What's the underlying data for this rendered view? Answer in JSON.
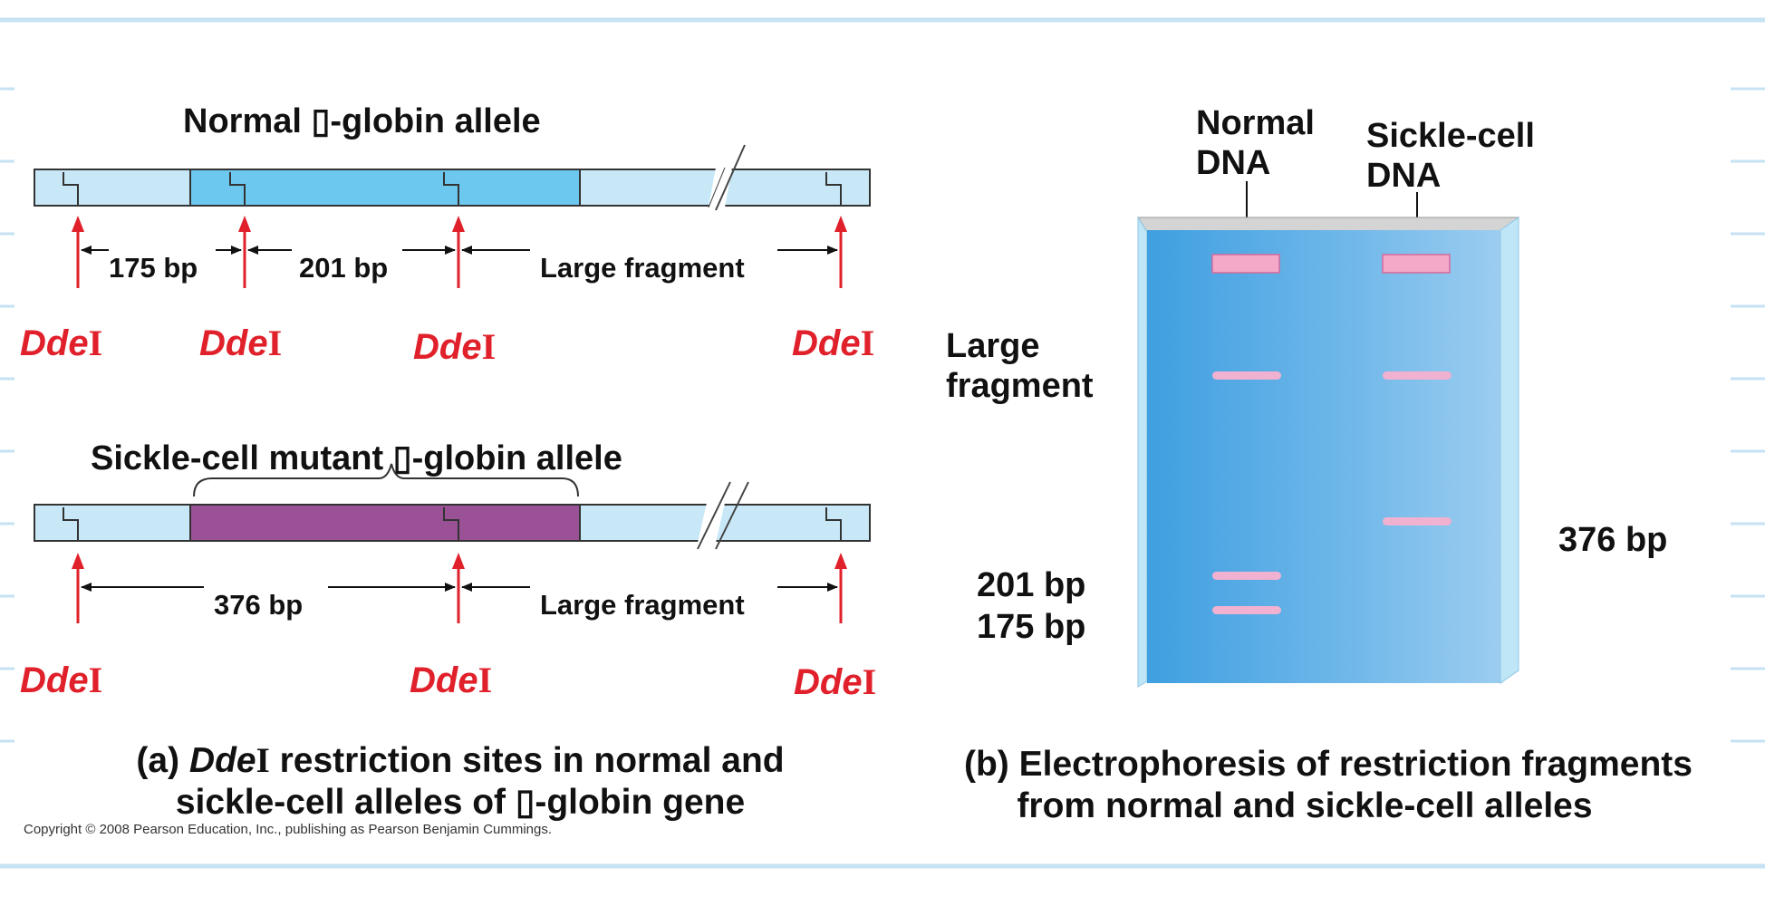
{
  "enzyme": {
    "italic": "Dde",
    "roman": "I"
  },
  "panel_a": {
    "normal_title": "Normal ▯-globin allele",
    "normal_fragments": [
      "175 bp",
      "201 bp",
      "Large fragment"
    ],
    "mutant_title": "Sickle-cell mutant ▯-globin allele",
    "mutant_fragments": [
      "376 bp",
      "Large fragment"
    ],
    "caption_prefix": "(a) ",
    "caption_line1_rest": " restriction sites in normal and",
    "caption_line2": "sickle-cell alleles of ▯-globin gene"
  },
  "panel_b": {
    "lane1_label": [
      "Normal",
      "DNA"
    ],
    "lane2_label": [
      "Sickle-cell",
      "DNA"
    ],
    "large_fragment_label": [
      "Large",
      "fragment"
    ],
    "small_labels": [
      "201 bp",
      "175 bp"
    ],
    "band_376_label": "376 bp",
    "caption_line1": "(b) Electrophoresis of restriction fragments",
    "caption_line2": "from normal and sickle-cell alleles"
  },
  "copyright": "Copyright © 2008 Pearson Education, Inc., publishing as Pearson Benjamin Cummings.",
  "colors": {
    "frame": "#c6e2f3",
    "strip_light": "#c8e8f8",
    "strip_exon": "#6cc8ef",
    "strip_mutant": "#9a5196",
    "site_red": "#e0202a",
    "gel_blue": "#4aa7e2",
    "band_pink": "#f1b1d0"
  }
}
